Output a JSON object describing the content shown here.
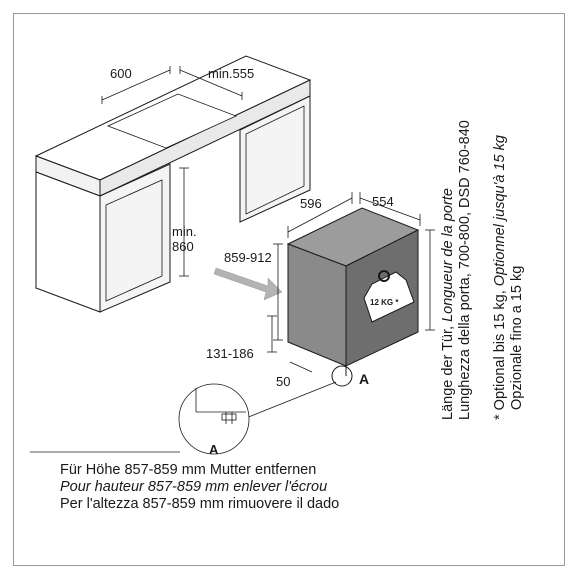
{
  "dimensions": {
    "cabinet_width": "600",
    "cabinet_depth_min": "min.555",
    "min_height_line1": "min.",
    "min_height_line2": "860",
    "appliance_width": "596",
    "appliance_depth": "554",
    "height_range": "859-912",
    "plinth_range": "131-186",
    "plinth_depth": "50"
  },
  "labels": {
    "detail_marker": "A",
    "detail_zoom": "A",
    "weight_badge": "12 KG *"
  },
  "note_nut": {
    "de": "Für Höhe 857-859 mm Mutter entfernen",
    "fr": "Pour hauteur 857-859 mm enlever l'écrou",
    "it": "Per l'altezza 857-859 mm rimuovere il dado"
  },
  "note_door": {
    "de_prefix": "Länge der Tür, ",
    "fr": "Longueur de la porte",
    "it_line": "Lunghezza della porta, 700-800, DSD 760-840"
  },
  "note_option": {
    "de_prefix": "* Optional bis 15 kg, ",
    "fr": "Optionnel jusqu'à 15 kg",
    "it": "Opzionale fino a 15 kg"
  },
  "colors": {
    "line": "#1a1a1a",
    "appliance_front": "#8a8a8a",
    "appliance_side": "#6e6e6e",
    "arrow": "#b3b3b3",
    "frame": "#9a9a9a"
  }
}
